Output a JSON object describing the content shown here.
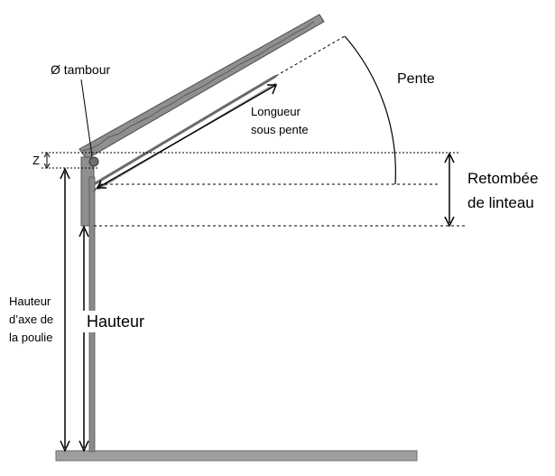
{
  "labels": {
    "drum": "Ø tambour",
    "z": "Z",
    "slope": "Pente",
    "length_under_slope_line1": "Longueur",
    "length_under_slope_line2": "sous pente",
    "lintel_line1": "Retombée",
    "lintel_line2": "de linteau",
    "pulley_axis_line1": "Hauteur",
    "pulley_axis_line2": "d’axe de",
    "pulley_axis_line3": "la poulie",
    "height": "Hauteur"
  },
  "colors": {
    "roof_panel": "#8f8f8f",
    "roof_outline": "#4a4a4a",
    "door": "#9a9a9a",
    "floor": "#9e9e9e",
    "lines": "#000000"
  }
}
